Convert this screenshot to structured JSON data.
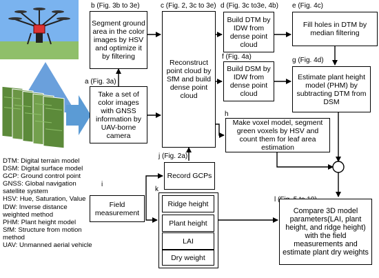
{
  "labels": {
    "a": "a (Fig. 3a)",
    "b": "b (Fig. 3b to 3e)",
    "c": "c (Fig. 2, 3c to 3e)",
    "d": "d (Fig. 3c to3e, 4b)",
    "e": "e (Fig. 4c)",
    "f": "f (Fig. 4a)",
    "g": "g (Fig. 4d)",
    "h": "h",
    "i": "i",
    "j": "j (Fig. 2a)",
    "k": "k",
    "l": "l (Fig. 5 to 10)"
  },
  "boxes": {
    "a": "Take a set of color images with GNSS information by UAV-borne camera",
    "b": "Segment ground area in the color images by HSV and optimize it by filtering",
    "c": "Reconstruct point cloud by SfM and build dense point cloud",
    "d": "Build DTM by IDW from dense point cloud",
    "e": "Fill holes in DTM by median filtering",
    "f": "Build DSM by IDW from dense point cloud",
    "g": "Estimate plant height model (PHM) by subtracting DTM from DSM",
    "h": "Make voxel model, segment green voxels by HSV and count them for leaf area estimation",
    "i": "Field measurement",
    "j": "Record GCPs",
    "l": "Compare 3D model parameters(LAI, plant height, and ridge height) with the field measurements and estimate plant dry weights"
  },
  "measurements": [
    "Ridge height",
    "Plant height",
    "LAI",
    "Dry weight"
  ],
  "abbreviations": [
    "DTM: Digital terrain model",
    "DSM: Digital surface model",
    "GCP: Ground control point",
    "GNSS: Global navigation satellite system",
    "HSV: Hue, Saturation, Value",
    "IDW: Inverse distance weighted method",
    "PHM: Plant height model",
    "SfM: Structure from motion method",
    "UAV: Unmanned aerial vehicle"
  ],
  "colors": {
    "triangle": "#6aa0dc",
    "arrow": "#5b9bd5",
    "field": "#5c8a3a"
  }
}
